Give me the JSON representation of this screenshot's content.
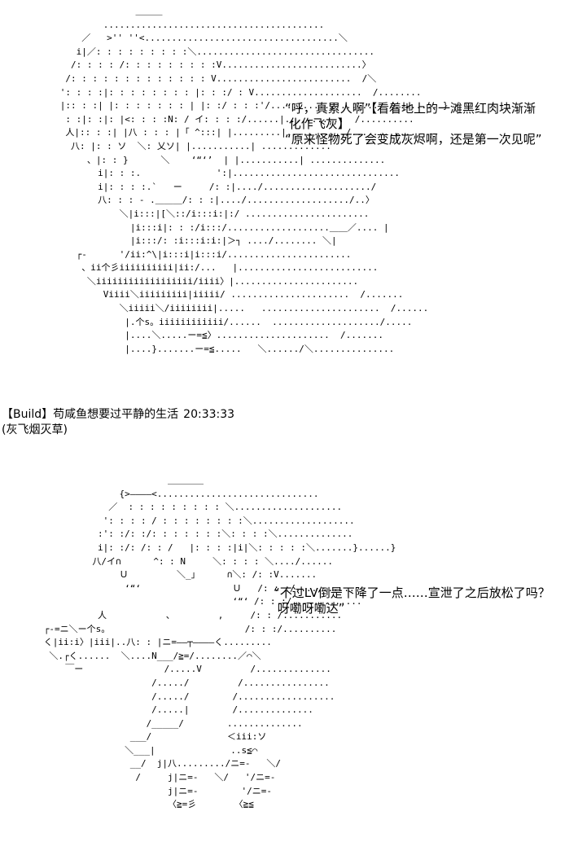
{
  "panel_top": {
    "ascii_art": "                    ＿＿＿\n              .........................................\n          ／   >'' ''<....................................＼\n         i|／: : : : : : : : :＼.................................\n        /: : : : /: : : : : : : : :V..........................〉\n       /: : : : : : : : : : : : : V.........................  /＼\n      ': : : :|: : : : : : : : |: : :/ : V....................  /........\n      |:: : :| |: : : : : : : | |: :/ : : :'/....................  /........ }\n       : :|: :|: |<: : : :N: / イ: : : :/......|...........  /..........\n       人|:: : :| |八 : : : |「 ^:::| |.........|.........../............\n        八: |: : ソ  ＼: 乂ソ| |...........| .............\n           、|: : }      ＼    ‘“‘’  | |...........| ..............\n             i|: : :.              ':|...............................\n             i|: : : :.`   ー     /: :|..../..................../\n             八: : : - .＿＿＿/: : :|..../.................../..〉\n                 ＼|i:::|[＼::/i:::i:|:/ .......................\n                   |i:::i|: : :/i:::/...................＿＿／.... |\n                   |i:::/: :i:::i:i:|＞┐ ..../........ ＼|\n         ┌-      '/ii:^\\|i:::i|i:::i/.......................\n          、ii个彡iiiiiiiiii|ii:/...   |..........................\n           ＼iiiiiiiiiiiiiiiiii/iiii〉|.......................\n              Viiii＼iiiiiiiii|iiiii/ ......................  /.......\n                 ＼iiiii＼/iiiiiiii|.....   ......................  /......\n                  |.个s。iiiiiiiiiiii/......  ..................../.....\n                  |....＼.....ー=≦〉.....................  /.......\n                  |....}.......ー=≦.....   ＼....../＼...............",
    "dialogue": "“呼，真累人啊”【看着地上的一滩黑红肉块渐渐\n 化作飞灰】\n“原来怪物死了会变成灰烬啊，还是第一次见呢”"
  },
  "post_header": {
    "name": "【Build】苟咸鱼想要过平静的生活",
    "time": "20:33:33",
    "note": "(灰飞烟灭草)"
  },
  "panel_bottom": {
    "ascii_art": "                             ＿＿＿＿\n                    {>――――<..............................\n                  ／  : : : : : : : : : ＼....................\n                 ': : : : / : : : : : : : :＼...................\n                :': :/: :/: : : : : : :＼: : : :＼..............\n                i|: :/: /: : /   |: : : :|i|＼: : : : :＼.......}......}\n               八/イ∩      ^: : N     ＼: : : : ＼..../......\n                    Ｕ         ＼_」     ∩＼: /: :V.......\n                     ‘“‘                 Ｕ   /: : :/...........\n                                         ‘“‘ /: : :/.............\n                人           、        ,     /: : /...........\n      ┌-=ニ＼ー个s。                         /: : :/..........\n      く|ii:i〉|iii|..八: : |ニ=――┬――――く.........\n       ＼.┌く......  ＼....N___/≧=/........／⌒＼\n          ￣ー               /.....V         /..............\n                          /...../         /................\n                          /...../        /..................\n                          /.....|        /..............\n                         /_____/        ..............\n                      ___/              ＜iii:ソ\n                     ＼___|              ..s≦⌒\n                      __/  j|八........./ニ=-   ＼/\n                       /     j|ニ=-   ＼/   '/ニ=-\n                             j|ニ=-        '/ニ=-\n                             〈≧=彡       〈≧≦",
    "dialogue": "“不过LV倒是下降了一点……宣泄了之后放松了吗？\n 呀嘞呀嘞达”"
  }
}
